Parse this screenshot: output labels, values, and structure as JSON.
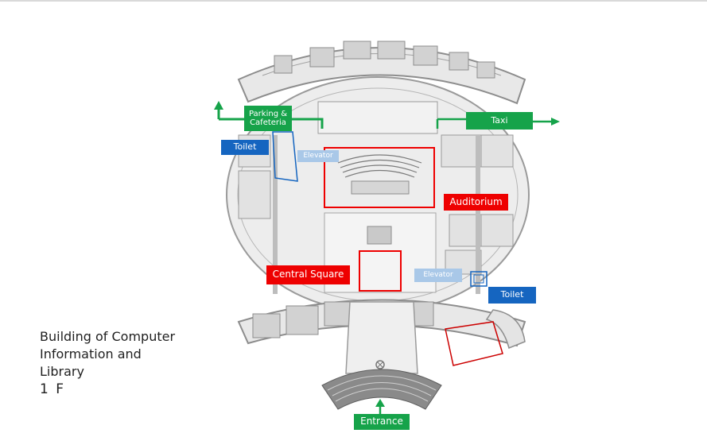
{
  "labels": {
    "parking": "Parking &\nCafeteria",
    "taxi": "Taxi",
    "toilet_left": "Toilet",
    "toilet_right": "Toilet",
    "elevator_top": "Elevator",
    "elevator_bottom": "Elevator",
    "auditorium": "Auditorium",
    "central_square": "Central Square",
    "entrance": "Entrance"
  },
  "caption": {
    "line1": "Building of Computer",
    "line2": "Information and",
    "line3": "Library",
    "floor": "1 F"
  },
  "colors": {
    "green": "#16a34a",
    "blue": "#1565c0",
    "light_blue": "#a9c8e8",
    "red": "#ee0000",
    "wall": "#9a9a9a",
    "floor_fill": "#ececec"
  }
}
